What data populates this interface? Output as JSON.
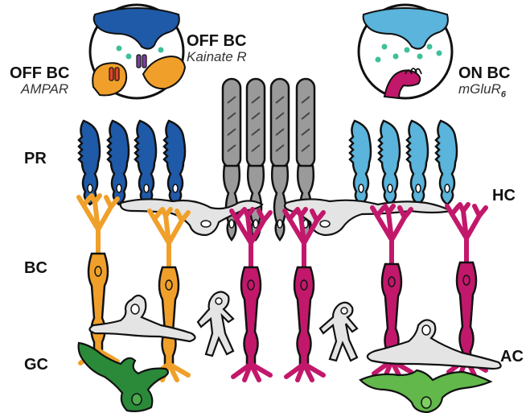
{
  "labels": {
    "off_bc_ampa_title": "OFF BC",
    "off_bc_ampa_sub": "AMPAR",
    "off_bc_kainate_title": "OFF BC",
    "off_bc_kainate_sub": "Kainate R",
    "on_bc_title": "ON BC",
    "on_bc_sub_main": "mGluR",
    "on_bc_sub_index": "6",
    "pr": "PR",
    "hc": "HC",
    "bc": "BC",
    "gc": "GC",
    "ac": "AC"
  },
  "colors": {
    "rod": "#9a9a9a",
    "cone_off": "#1f5aa8",
    "cone_on": "#5ab4db",
    "off_bipolar": "#f0a02a",
    "on_bipolar": "#c2186b",
    "horizontal_cell": "#e4e4e4",
    "amacrine_cell": "#e4e4e4",
    "ganglion_cell": "#2a8a3a",
    "ganglion_cell_light": "#62b84a",
    "glutamate": "#3fbf9a",
    "outline": "#111111"
  }
}
